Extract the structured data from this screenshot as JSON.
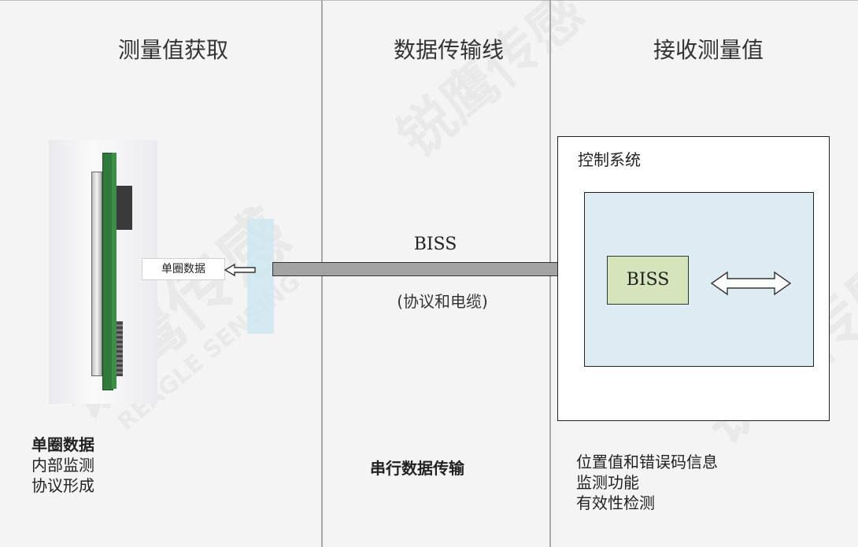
{
  "columns": {
    "left": {
      "title": "测量值获取"
    },
    "middle": {
      "title": "数据传输线"
    },
    "right": {
      "title": "接收测量值"
    }
  },
  "device": {
    "tag_label": "单圈数据"
  },
  "cable": {
    "label": "BISS",
    "sublabel": "(协议和电缆)"
  },
  "control_system": {
    "title": "控制系统",
    "chip_label": "BISS"
  },
  "footer": {
    "left": {
      "heading": "单圈数据",
      "lines": [
        "内部监测",
        "协议形成"
      ]
    },
    "middle": {
      "heading": "串行数据传输"
    },
    "right": {
      "lines": [
        "位置值和错误码信息",
        "监测功能",
        "有效性检测"
      ]
    }
  },
  "watermark": {
    "text": "锐鹰传感",
    "subtext": "REAGLE SENSING"
  },
  "colors": {
    "background": "#f4f4f4",
    "divider": "#a8a8a8",
    "cable": "#a3a3a3",
    "inner_box": "#dcecf2",
    "chip": "#d6e4bc",
    "highlight_bar": "#cfe6ee"
  }
}
